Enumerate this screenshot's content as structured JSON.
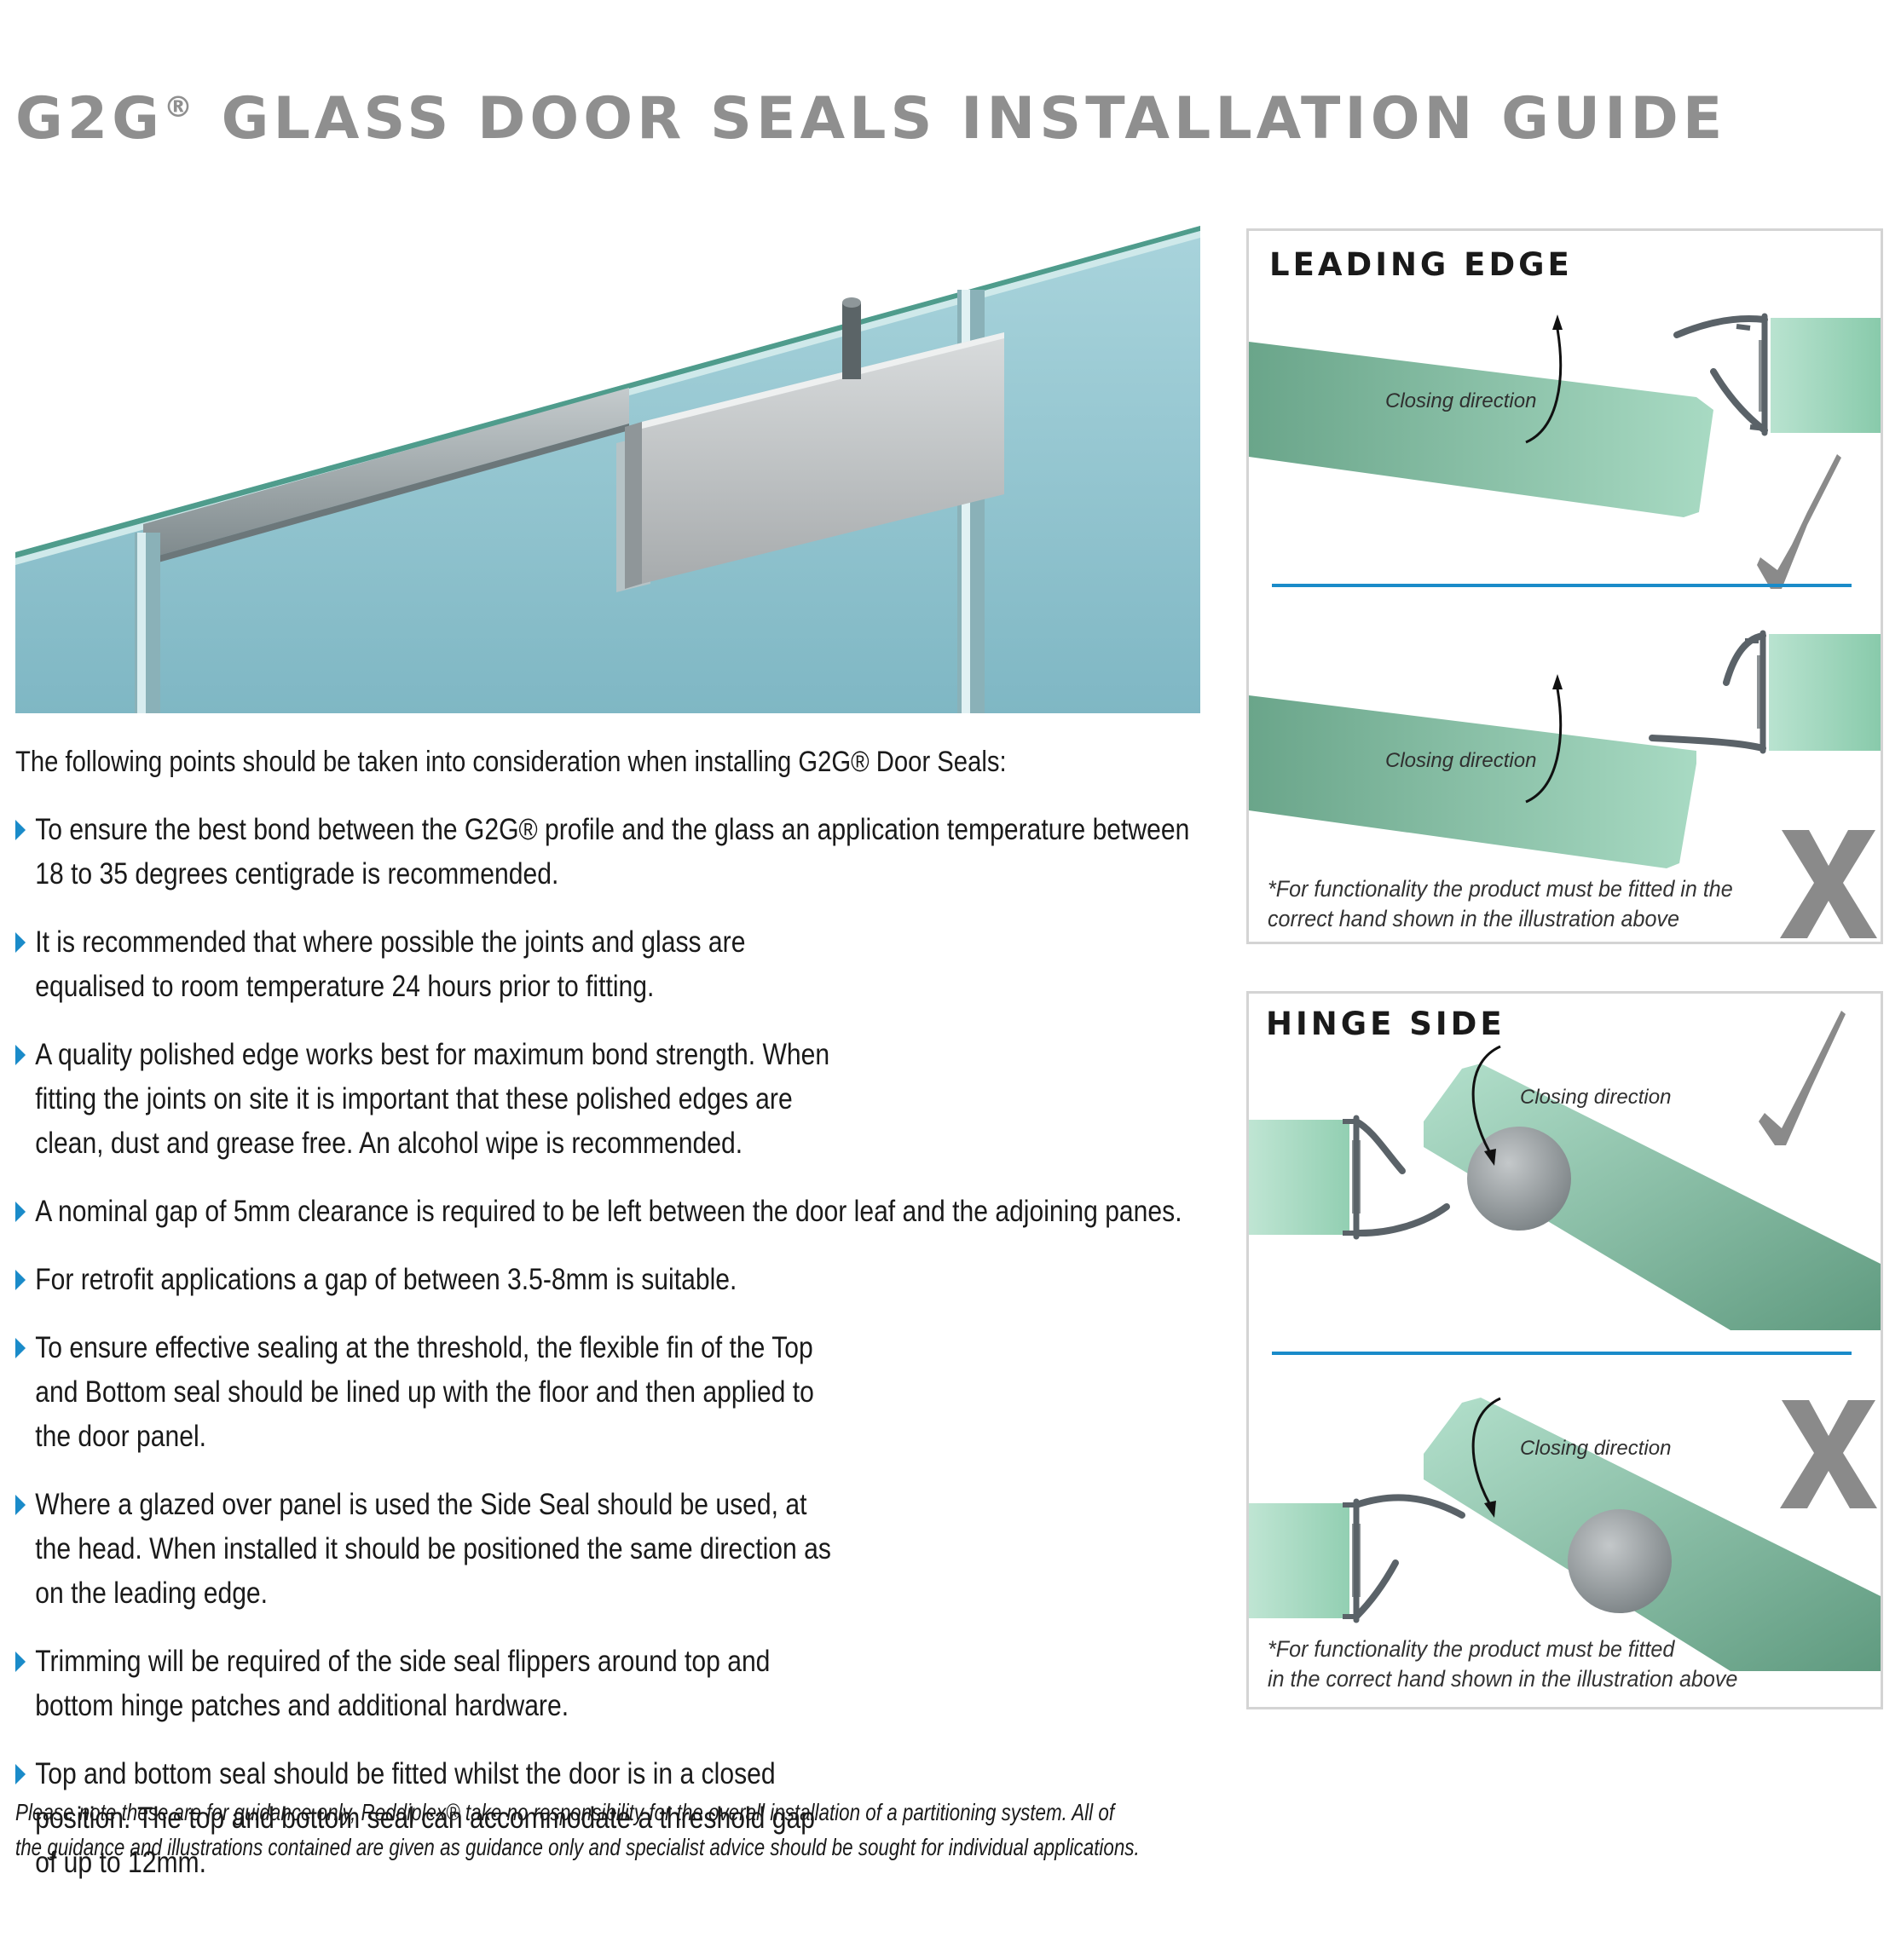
{
  "title": {
    "text": "G2G",
    "reg": "®",
    "rest": " GLASS DOOR SEALS INSTALLATION GUIDE"
  },
  "intro": "The following points should be taken into consideration when installing G2G® Door Seals:",
  "points": [
    "To ensure the best bond between the G2G® profile and the glass an application temperature between 18 to 35 degrees centigrade is recommended.",
    "It is recommended that where possible the joints and glass are equalised to room temperature 24 hours prior to fitting.",
    "A quality polished edge works best for maximum bond strength. When fitting the joints on site it is important that these polished edges are clean, dust and grease free. An alcohol wipe is recommended.",
    "A nominal gap of 5mm clearance is required to be left between the door leaf and the adjoining panes.",
    "For retrofit applications a gap of between 3.5-8mm is suitable.",
    "To ensure effective sealing at the threshold, the flexible fin of the Top and Bottom seal should be lined up with the floor and then applied to the door panel.",
    "Where a glazed over panel is used the Side Seal should be used, at the head. When installed it should be positioned the same direction as on the leading edge.",
    "Trimming will be required of the side seal flippers around top and bottom hinge patches and additional hardware.",
    "Top and bottom seal should be fitted whilst the door is in a closed position. The top and bottom seal can accommodate a threshold gap of up to 12mm."
  ],
  "disclaimer": "Please note these are for guidance only, Reddiplex® take no responsibility for the overall installation of a partitioning system. All of the guidance and illustrations contained are given as guidance only and specialist advice should be sought for individual applications.",
  "leading_edge": {
    "title": "LEADING EDGE",
    "label_top": "Closing direction",
    "label_bottom": "Closing direction",
    "note_line1": "*For functionality the product must be fitted in the",
    "note_line2": "correct hand shown in the illustration above"
  },
  "hinge_side": {
    "title": "HINGE SIDE",
    "label_top": "Closing direction",
    "label_bottom": "Closing direction",
    "note_line1": "*For functionality the product must be fitted",
    "note_line2": "in the correct hand shown in the illustration above"
  },
  "colors": {
    "title_gray": "#8f8f8f",
    "bullet_blue": "#1a8bc9",
    "divider_blue": "#1a8bc9",
    "glass_green": "#7fc5a7",
    "seal_gray": "#5a6268"
  }
}
